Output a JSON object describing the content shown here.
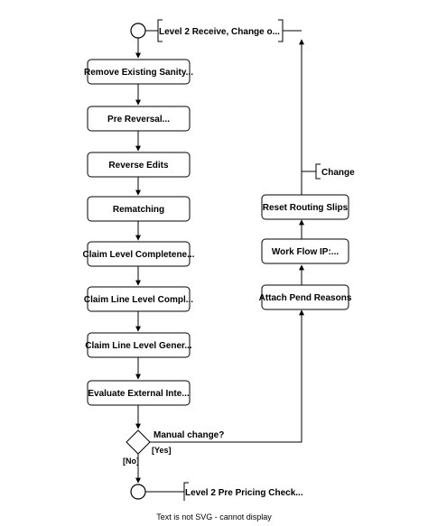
{
  "diagram": {
    "note_top": "Level 2 Receive, Change o...",
    "note_bottom": "Level 2 Pre Pricing Check...",
    "left_steps": [
      "Remove Existing Sanity...",
      "Pre Reversal...",
      "Reverse Edits",
      "Rematching",
      "Claim Level Completene...",
      "Claim Line Level Compl...",
      "Claim Line Level Gener...",
      "Evaluate External Inte..."
    ],
    "decision": "Manual change?",
    "yes_label": "[Yes]",
    "no_label": "[No]",
    "right_steps": [
      "Attach Pend Reasons",
      "Work Flow IP:...",
      "Reset Routing Slips"
    ],
    "change_label": "Change"
  },
  "footer": "Text is not SVG - cannot display"
}
